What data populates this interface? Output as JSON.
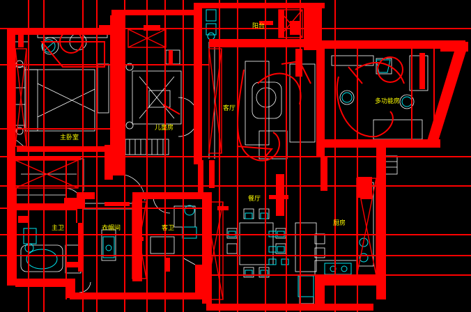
{
  "colors": {
    "background": "#000000",
    "wall": "#ff0000",
    "furniture": "#ffffff",
    "fixture": "#00e5ee",
    "label": "#ffff00"
  },
  "rooms": {
    "master_bedroom": "主卧室",
    "kids_room": "儿童房",
    "balcony": "阳台",
    "living_room": "客厅",
    "multi_function_room": "多功能房",
    "master_bath": "主卫",
    "walk_in_closet": "衣帽间",
    "guest_bath": "客卫",
    "dining_room": "餐厅",
    "kitchen": "厨房"
  }
}
